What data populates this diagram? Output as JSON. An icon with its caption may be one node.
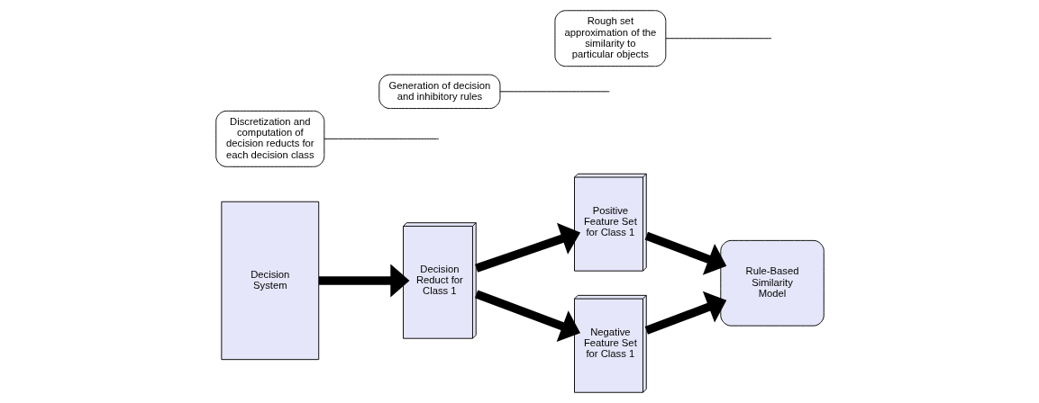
{
  "diagram": {
    "nodes": [
      {
        "text": [
          "Decision System"
        ]
      },
      {
        "text": [
          "Decision Reduct for Class 1"
        ]
      },
      {
        "text": [
          "Positive Feature Set for Class 1"
        ]
      },
      {
        "text": [
          "Negative Feature Set for Class 1"
        ]
      },
      {
        "text": [
          "Rule-Based Similarity Model"
        ]
      },
      {
        "text": [
          "Discretization and computation of decision reducts for each decision class"
        ]
      },
      {
        "text": [
          "Generation of decision and inhibitory rules"
        ]
      },
      {
        "text": [
          "Rough set approximation of the similarity to particular objects"
        ]
      }
    ],
    "edges": [
      {
        "from": 0,
        "to": 1,
        "arrow": "to"
      },
      {
        "from": 1,
        "to": 2,
        "arrow": "to"
      },
      {
        "from": 1,
        "to": 3,
        "arrow": "to"
      },
      {
        "from": 2,
        "to": 4,
        "arrow": "to"
      },
      {
        "from": 3,
        "to": 4,
        "arrow": "to"
      },
      {
        "from": 5,
        "to": null,
        "arrow": "none"
      },
      {
        "from": 6,
        "to": null,
        "arrow": "none"
      },
      {
        "from": 7,
        "to": null,
        "arrow": "none"
      }
    ]
  }
}
